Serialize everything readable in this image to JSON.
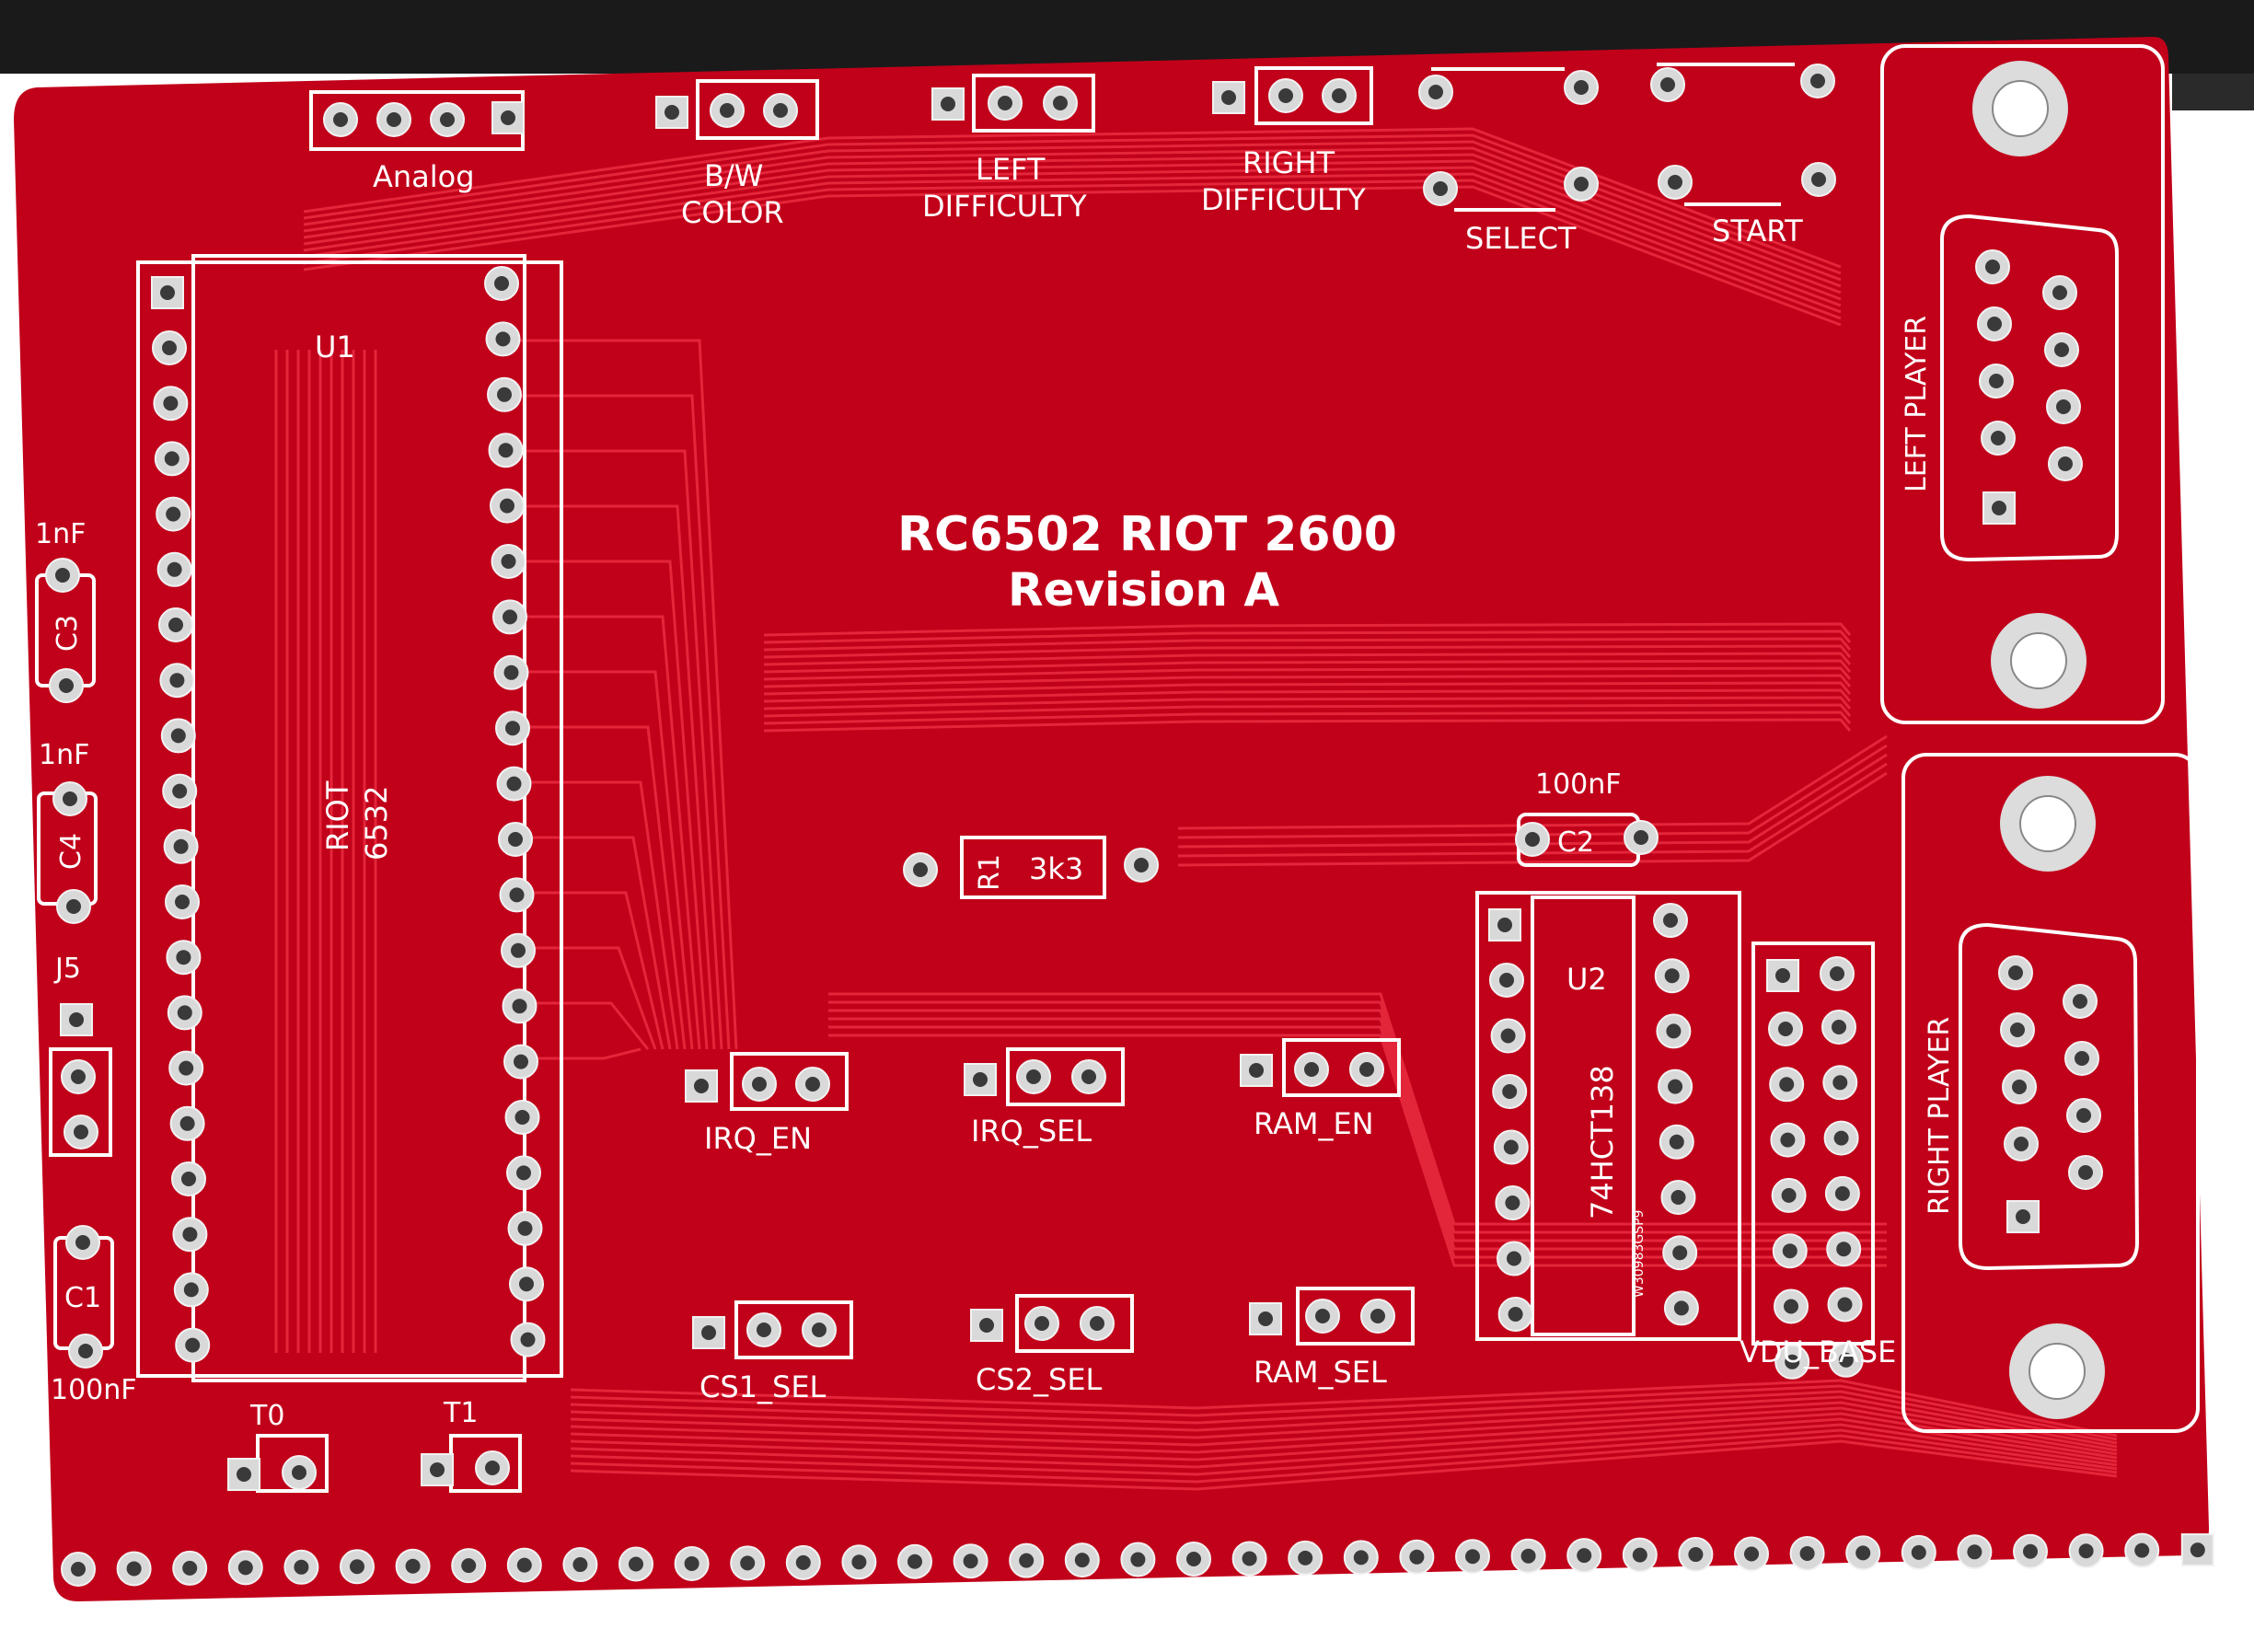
{
  "board": {
    "title": "RC6502 RIOT 2600",
    "revision": "Revision A",
    "colors": {
      "mask": "#c1001a",
      "trace": "#e3263a",
      "silk": "#ffffff",
      "pad": "#d9d9d9",
      "hole": "#333333"
    }
  },
  "labels": {
    "analog": "Analog",
    "bw": "B/W",
    "color": "COLOR",
    "left": "LEFT",
    "right": "RIGHT",
    "difficulty": "DIFFICULTY",
    "select": "SELECT",
    "start": "START",
    "u1": "U1",
    "riot": "RIOT",
    "riot_part": "6532",
    "c3_value": "1nF",
    "c3": "C3",
    "c4_value": "1nF",
    "c4": "C4",
    "j5": "J5",
    "c1": "C1",
    "c1_value": "100nF",
    "t0": "T0",
    "t1": "T1",
    "r1": "R1",
    "r1_value": "3k3",
    "c2_value": "100nF",
    "c2": "C2",
    "u2": "U2",
    "u2_part": "74HCT138",
    "u2_mark": "W30983GSP9",
    "irq_en": "IRQ_EN",
    "irq_sel": "IRQ_SEL",
    "ram_en": "RAM_EN",
    "cs1_sel": "CS1_SEL",
    "cs2_sel": "CS2_SEL",
    "ram_sel": "RAM_SEL",
    "vdu_base": "VDU_BASE",
    "left_player": "LEFT PLAYER",
    "right_player": "RIGHT PLAYER"
  }
}
